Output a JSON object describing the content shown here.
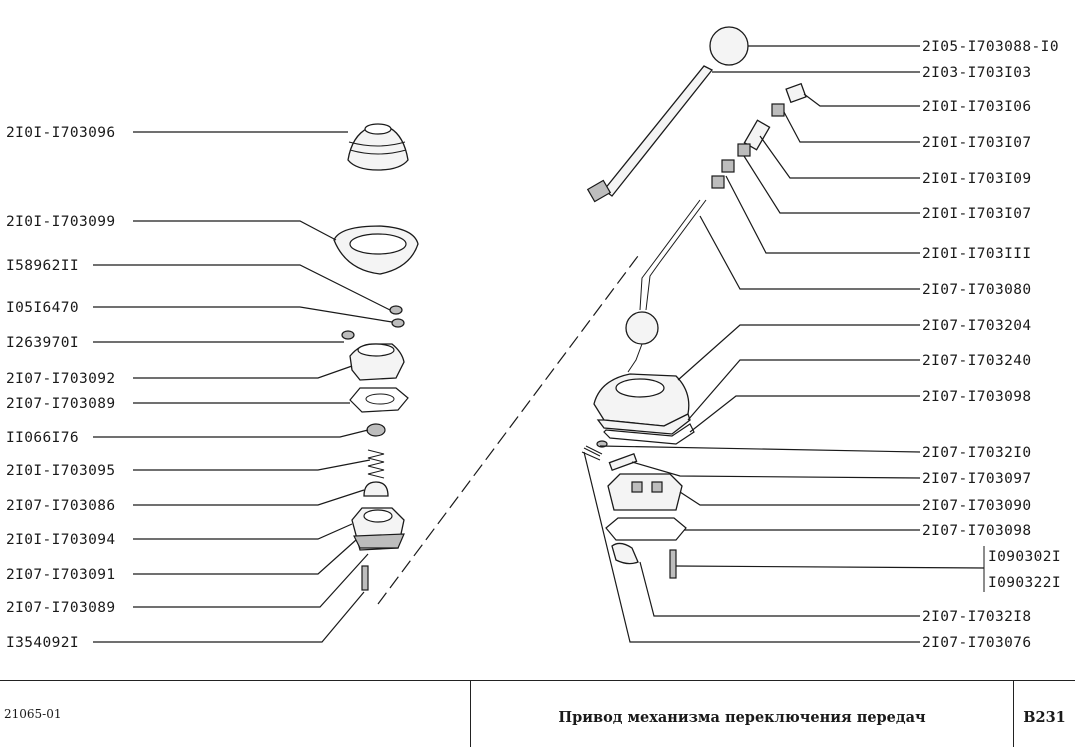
{
  "left_labels": [
    "2I0I-I703096",
    "2I0I-I703099",
    "I58962II",
    "I05I6470",
    "I263970I",
    "2I07-I703092",
    "2I07-I703089",
    "II066I76",
    "2I0I-I703095",
    "2I07-I703086",
    "2I0I-I703094",
    "2I07-I703091",
    "2I07-I703089",
    "I354092I"
  ],
  "right_labels": [
    "2I05-I703088-I0",
    "2I03-I703I03",
    "2I0I-I703I06",
    "2I0I-I703I07",
    "2I0I-I703I09",
    "2I0I-I703I07",
    "2I0I-I703III",
    "2I07-I703080",
    "2I07-I703204",
    "2I07-I703240",
    "2I07-I703098",
    "2I07-I7032I0",
    "2I07-I703097",
    "2I07-I703090",
    "2I07-I703098",
    "I090302I",
    "I090322I",
    "2I07-I7032I8",
    "2I07-I703076"
  ],
  "title_block": {
    "model_code": "21065-01",
    "title": "Привод механизма переключения передач",
    "sheet": "B231"
  }
}
